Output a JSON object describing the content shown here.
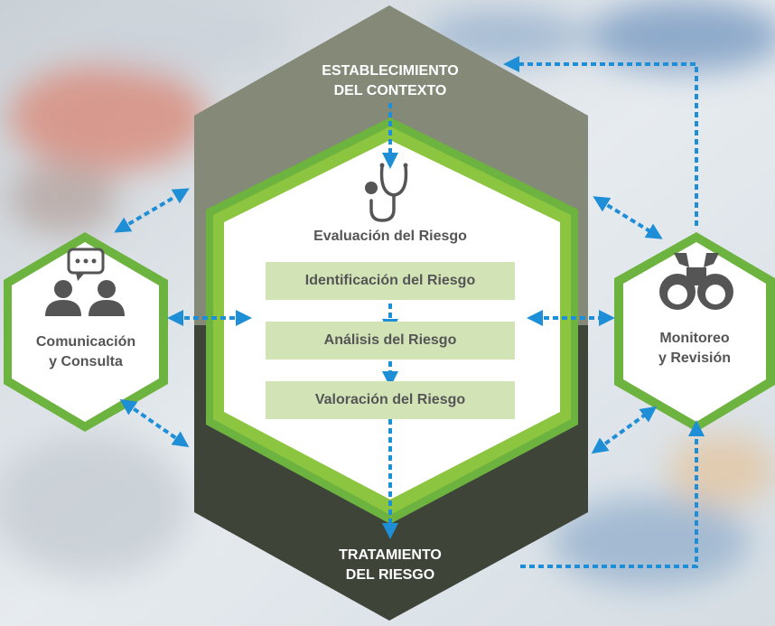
{
  "colors": {
    "outer_top": "#858a78",
    "outer_bottom": "#3f4438",
    "green_ring": "#6db33f",
    "green_light": "#8cc540",
    "step_fill": "#d2e3b6",
    "arrow": "#1e8fd6",
    "text_dark": "#555555"
  },
  "context": {
    "line1": "ESTABLECIMIENTO",
    "line2": "DEL CONTEXTO"
  },
  "treatment": {
    "line1": "TRATAMIENTO",
    "line2": "DEL RIESGO"
  },
  "assessment": {
    "title": "Evaluación del Riesgo",
    "icon": "stethoscope-icon",
    "steps": [
      "Identificación del Riesgo",
      "Análisis del Riesgo",
      "Valoración del Riesgo"
    ]
  },
  "communication": {
    "line1": "Comunicación",
    "line2": "y Consulta",
    "icon": "people-chat-icon"
  },
  "monitoring": {
    "line1": "Monitoreo",
    "line2": "y Revisión",
    "icon": "binoculars-icon"
  }
}
